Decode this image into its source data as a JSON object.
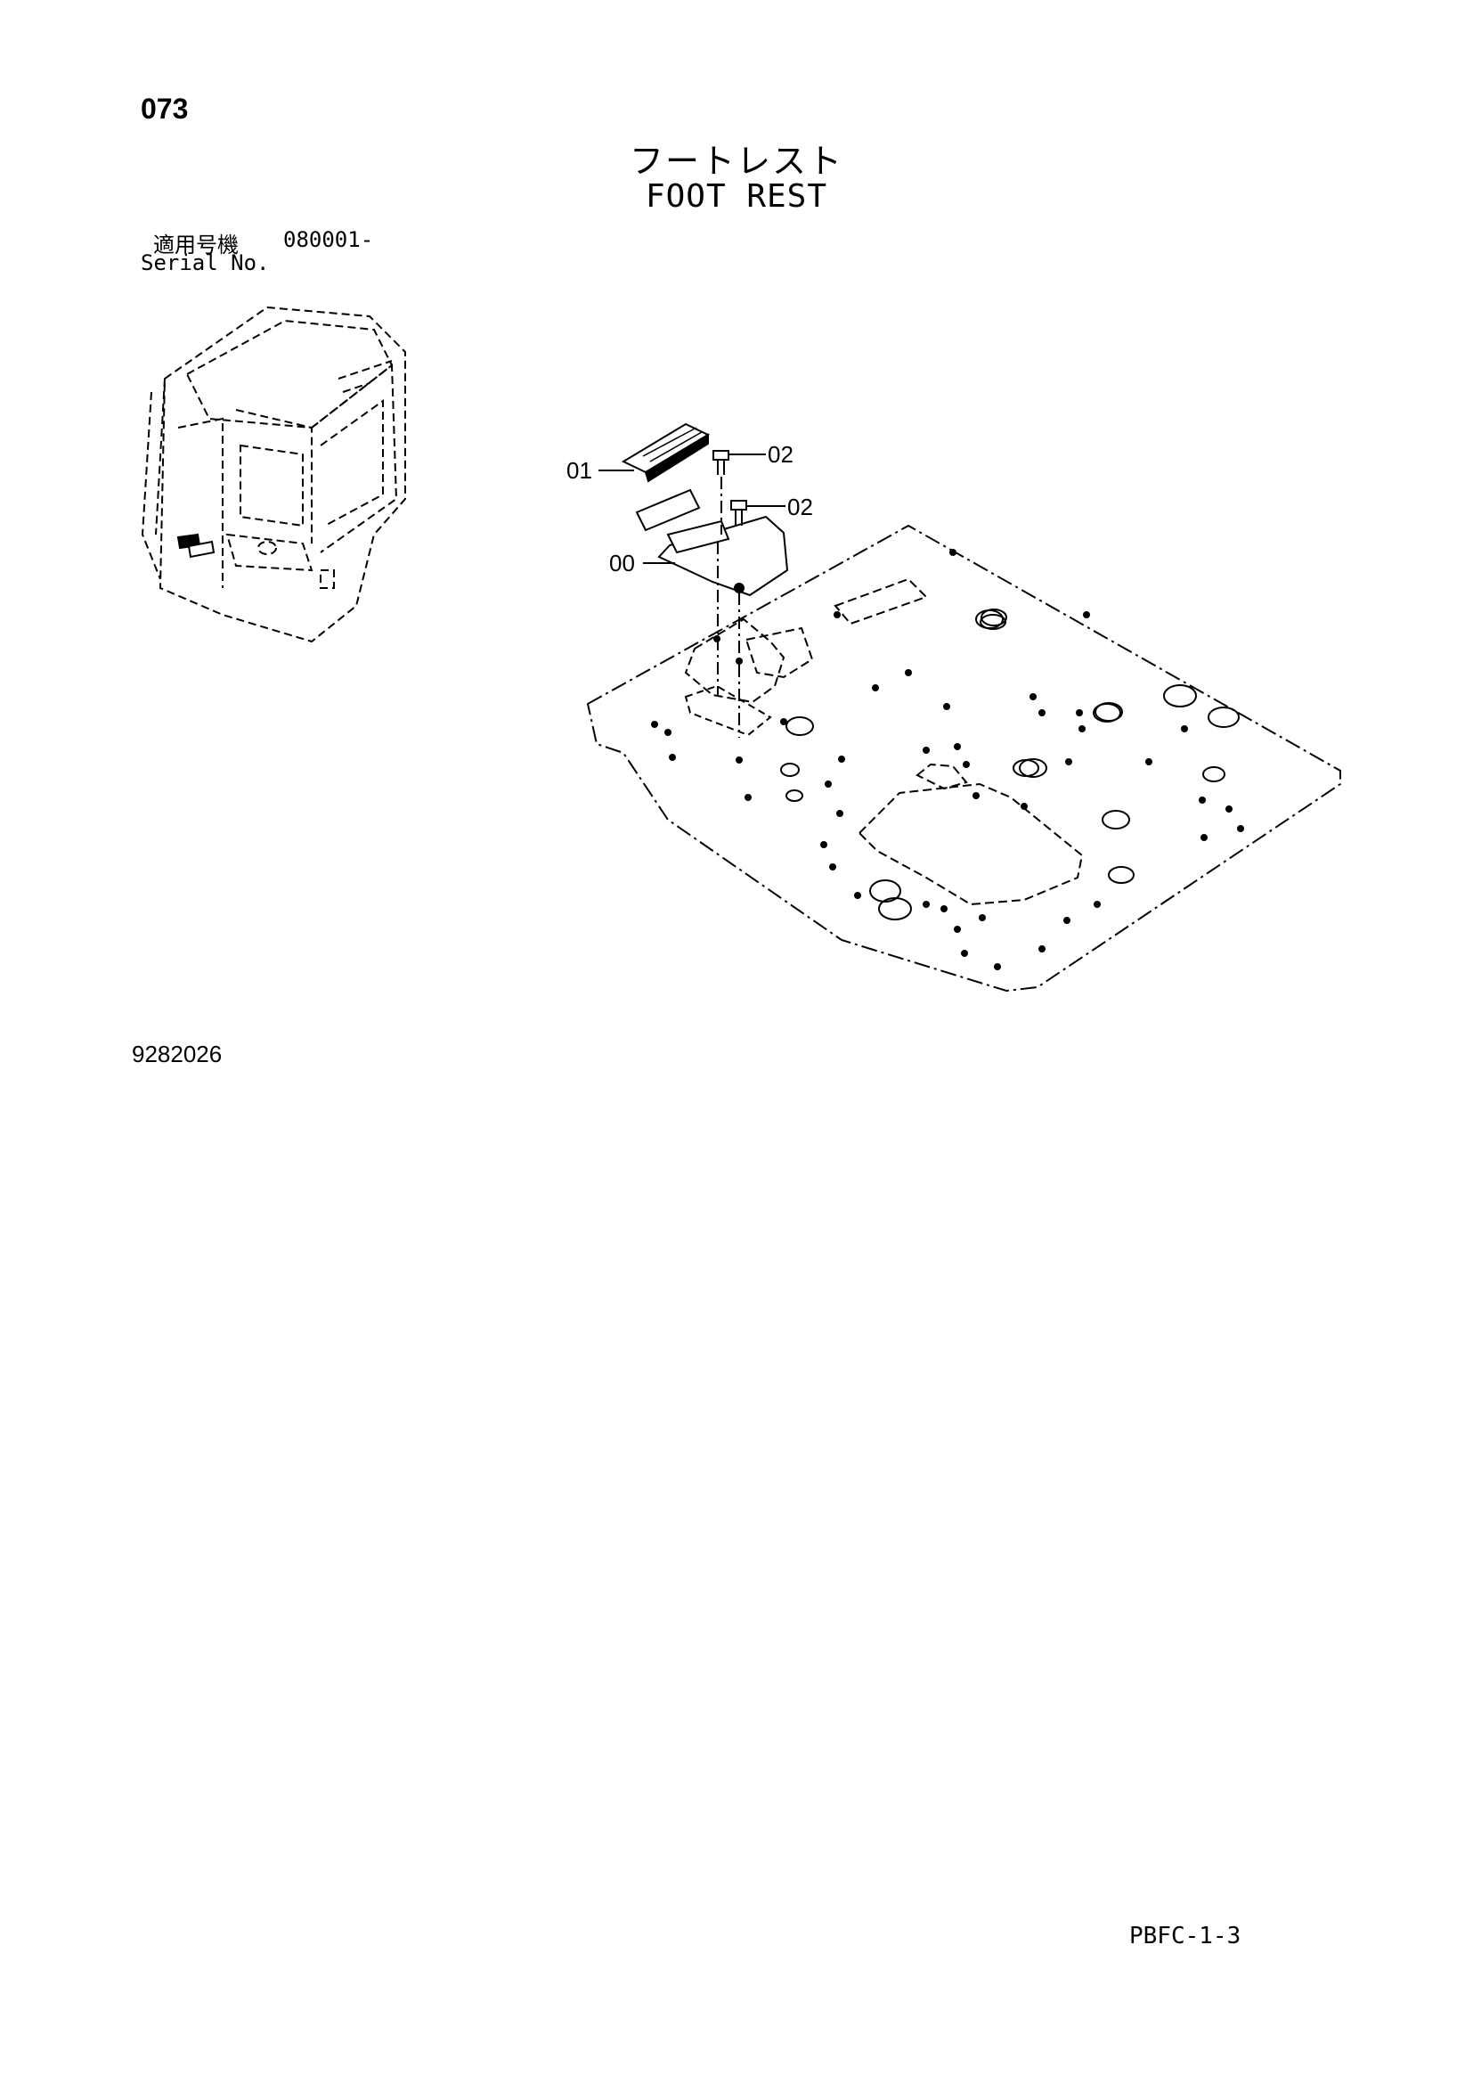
{
  "header": {
    "page_number": "073",
    "title_ja": "フートレスト",
    "title_en": "FOOT REST"
  },
  "serial": {
    "label_ja": "適用号機",
    "value": "080001-",
    "label_en": "Serial No."
  },
  "callouts": {
    "part_01": "01",
    "part_02_top": "02",
    "part_02_bottom": "02",
    "part_00": "00"
  },
  "footer": {
    "drawing_number": "9282026",
    "page_code": "PBFC-1-3"
  }
}
